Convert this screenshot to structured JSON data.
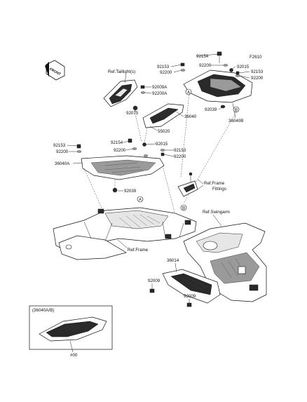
{
  "figure_code": "F2610",
  "front_badge": "FRONT",
  "refs": {
    "tail_light": "Ref.Taillight(s)",
    "frame_fittings_line1": "Ref.Frame",
    "frame_fittings_line2": "Fittings",
    "swingarm": "Ref.Swingarm",
    "frame": "Ref.Frame"
  },
  "callouts": {
    "a": "A",
    "b": "B"
  },
  "inset": {
    "title": "(36040A/B)",
    "caption": "#00"
  },
  "parts": {
    "p92154_top": "92154",
    "p92153_top": "92153",
    "p92200_top_left": "92200",
    "p92200_top_mid": "92200",
    "p92015_top": "92015",
    "p92153_top_right": "92153",
    "p92200_top_right": "92200",
    "p92039_top": "92039",
    "p36040B": "36040B",
    "p92009A": "92009A",
    "p92200A": "92200A",
    "p92075": "92075",
    "p36040": "36040",
    "p55020": "55020",
    "p92154_mid": "92154",
    "p92200_mid_left": "92200",
    "p92015_mid": "92015",
    "p92153_mid": "92153",
    "p92200_mid_right": "92200",
    "p92153_left": "92153",
    "p92200_left": "92200",
    "p36040A": "36040A",
    "p92039_mid": "92039",
    "p36014": "36014",
    "p92009_left": "92009",
    "p92009_bottom": "92009"
  }
}
